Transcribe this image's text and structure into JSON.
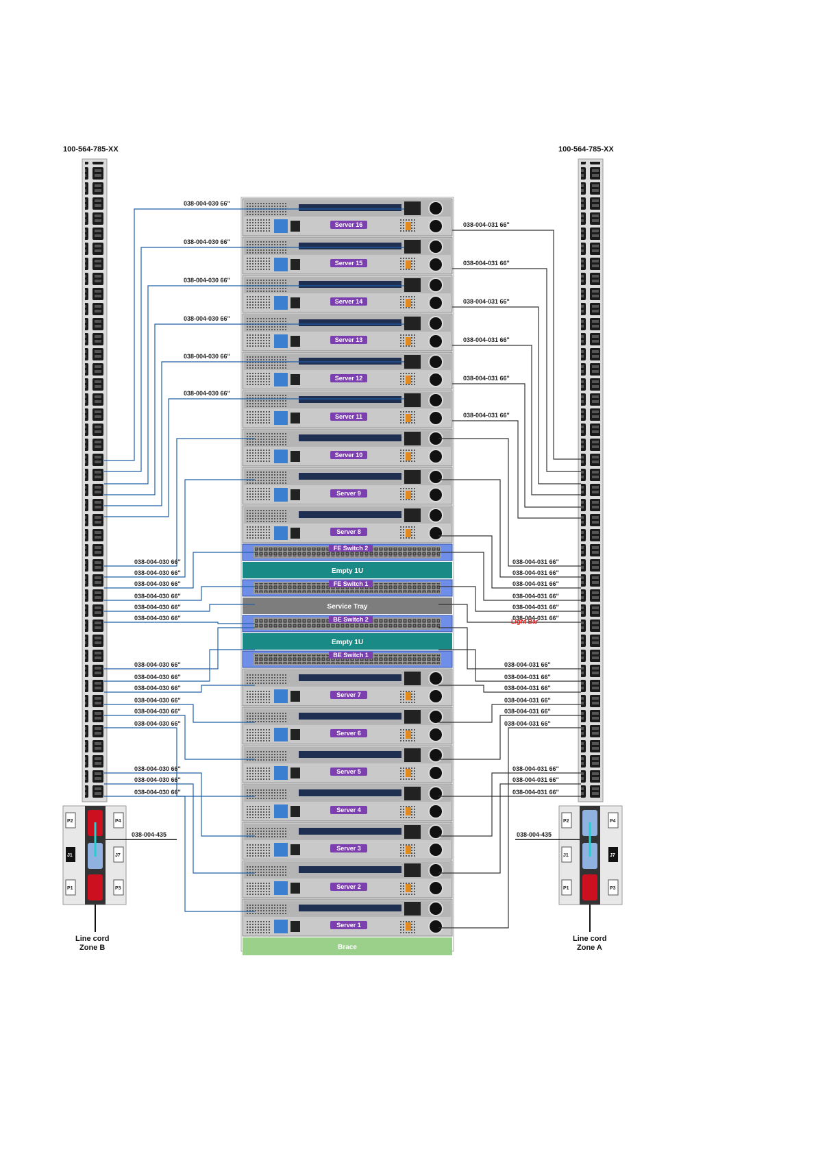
{
  "pdu_left": {
    "part_number": "100-564-785-XX",
    "line_cord": "Line cord",
    "zone": "Zone B",
    "jumper": "038-004-435",
    "ports": [
      "P2",
      "J1",
      "P1"
    ],
    "ports_outer": [
      "P4",
      "J7",
      "P3"
    ]
  },
  "pdu_right": {
    "part_number": "100-564-785-XX",
    "line_cord": "Line cord",
    "zone": "Zone A",
    "jumper": "038-004-435",
    "ports": [
      "P2",
      "J1",
      "P1"
    ],
    "ports_outer": [
      "P4",
      "J7",
      "P3"
    ]
  },
  "rack": {
    "top_servers": [
      "Server 16",
      "Server 15",
      "Server 14",
      "Server 13",
      "Server 12",
      "Server 11",
      "Server 10",
      "Server 9",
      "Server 8"
    ],
    "middle": [
      {
        "type": "switch",
        "label": "FE Switch 2"
      },
      {
        "type": "empty",
        "label": "Empty 1U"
      },
      {
        "type": "switch",
        "label": "FE Switch 1"
      },
      {
        "type": "tray",
        "label": "Service Tray"
      },
      {
        "type": "switch",
        "label": "BE Switch 2"
      },
      {
        "type": "empty",
        "label": "Empty 1U"
      },
      {
        "type": "switch",
        "label": "BE Switch 1"
      }
    ],
    "bottom_servers": [
      "Server 7",
      "Server 6",
      "Server 5",
      "Server 4",
      "Server 3",
      "Server 2",
      "Server 1"
    ],
    "brace": "Brace"
  },
  "cables": {
    "left_top": [
      "038-004-030 66\"",
      "038-004-030 66\"",
      "038-004-030 66\"",
      "038-004-030 66\"",
      "038-004-030 66\"",
      "038-004-030 66\""
    ],
    "right_top": [
      "038-004-031 66\"",
      "038-004-031 66\"",
      "038-004-031 66\"",
      "038-004-031 66\"",
      "038-004-031 66\"",
      "038-004-031 66\""
    ],
    "left_mid": [
      "038-004-030 66\"",
      "038-004-030 66\"",
      "038-004-030 66\"",
      "038-004-030 66\"",
      "038-004-030 66\"",
      "038-004-030 66\""
    ],
    "right_mid": [
      "038-004-031 66\"",
      "038-004-031 66\"",
      "038-004-031 66\"",
      "038-004-031 66\"",
      "038-004-031 66\"",
      "038-004-031 66\""
    ],
    "left_low": [
      "038-004-030 66\"",
      "038-004-030 66\"",
      "038-004-030 66\"",
      "038-004-030 66\"",
      "038-004-030 66\"",
      "038-004-030 66\""
    ],
    "right_low": [
      "038-004-031 66\"",
      "038-004-031 66\"",
      "038-004-031 66\"",
      "038-004-031 66\"",
      "038-004-031 66\"",
      "038-004-031 66\""
    ],
    "left_bottom": [
      "038-004-030 66\"",
      "038-004-030 66\"",
      "038-004-030 66\""
    ],
    "right_bottom": [
      "038-004-031 66\"",
      "038-004-031 66\"",
      "038-004-031 66\""
    ]
  },
  "light_bar": "Light Bar",
  "colors": {
    "cable_blue": "#1f5fa8",
    "cable_black": "#333333",
    "empty_teal": "#1a8a86",
    "tray_gray": "#7d7d7d",
    "brace_green": "#9bd08a",
    "switch_blue": "#3d63c9",
    "label_purple": "#7b3fb0"
  }
}
